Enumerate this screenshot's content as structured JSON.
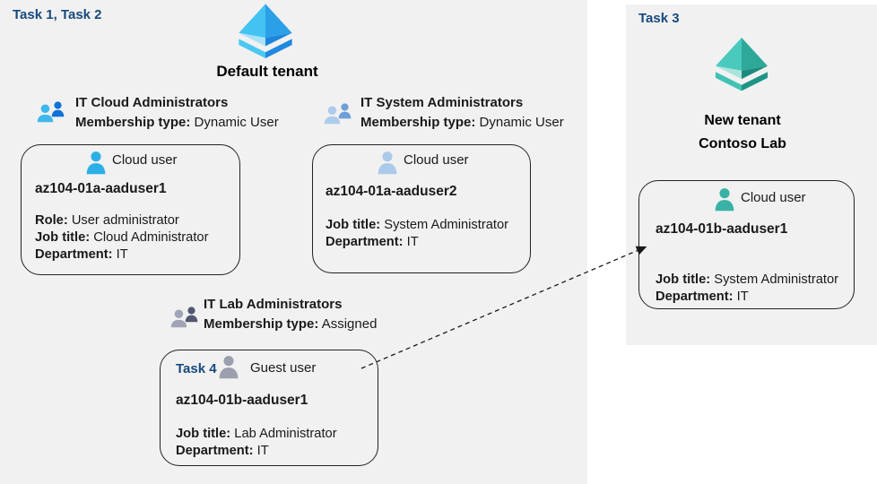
{
  "colors": {
    "task_label_blue": "#17497e",
    "panel_background": "#f1f1f1",
    "card_border": "#222222",
    "tenant_icon_blue_light": "#43c3f1",
    "tenant_icon_blue_dark": "#1d85d9",
    "tenant_icon_teal_light": "#4ac9bd",
    "tenant_icon_teal_dark": "#1c8b7e",
    "cloud_user_icon_blue": "#2cafe6",
    "cloud_user_icon_paleblue": "#abc9ea",
    "guest_user_icon_gray": "#9b9fae",
    "cloud_user_icon_teal": "#38b2a6"
  },
  "left_panel": {
    "task_label": "Task 1, Task 2",
    "tenant_name": "Default tenant",
    "groups": [
      {
        "name": "IT Cloud Administrators",
        "membership_label": "Membership type:",
        "membership_value": "Dynamic User"
      },
      {
        "name": "IT System Administrators",
        "membership_label": "Membership type:",
        "membership_value": "Dynamic User"
      },
      {
        "name": "IT Lab Administrators",
        "membership_label": "Membership type:",
        "membership_value": "Assigned"
      }
    ],
    "cards": [
      {
        "user_type": "Cloud user",
        "username": "az104-01a-aaduser1",
        "fields": [
          {
            "label": "Role:",
            "value": "User administrator"
          },
          {
            "label": "Job title:",
            "value": "Cloud Administrator"
          },
          {
            "label": "Department:",
            "value": "IT"
          }
        ]
      },
      {
        "user_type": "Cloud user",
        "username": "az104-01a-aaduser2",
        "fields": [
          {
            "label": "Job title:",
            "value": "System Administrator"
          },
          {
            "label": "Department:",
            "value": "IT"
          }
        ]
      },
      {
        "task_label": "Task 4",
        "user_type": "Guest user",
        "username": "az104-01b-aaduser1",
        "fields": [
          {
            "label": "Job title:",
            "value": "Lab Administrator"
          },
          {
            "label": "Department:",
            "value": "IT"
          }
        ]
      }
    ]
  },
  "right_panel": {
    "task_label": "Task 3",
    "tenant_name_line1": "New tenant",
    "tenant_name_line2": "Contoso Lab",
    "card": {
      "user_type": "Cloud user",
      "username": "az104-01b-aaduser1",
      "fields": [
        {
          "label": "Job title:",
          "value": "System Administrator"
        },
        {
          "label": "Department:",
          "value": "IT"
        }
      ]
    }
  }
}
